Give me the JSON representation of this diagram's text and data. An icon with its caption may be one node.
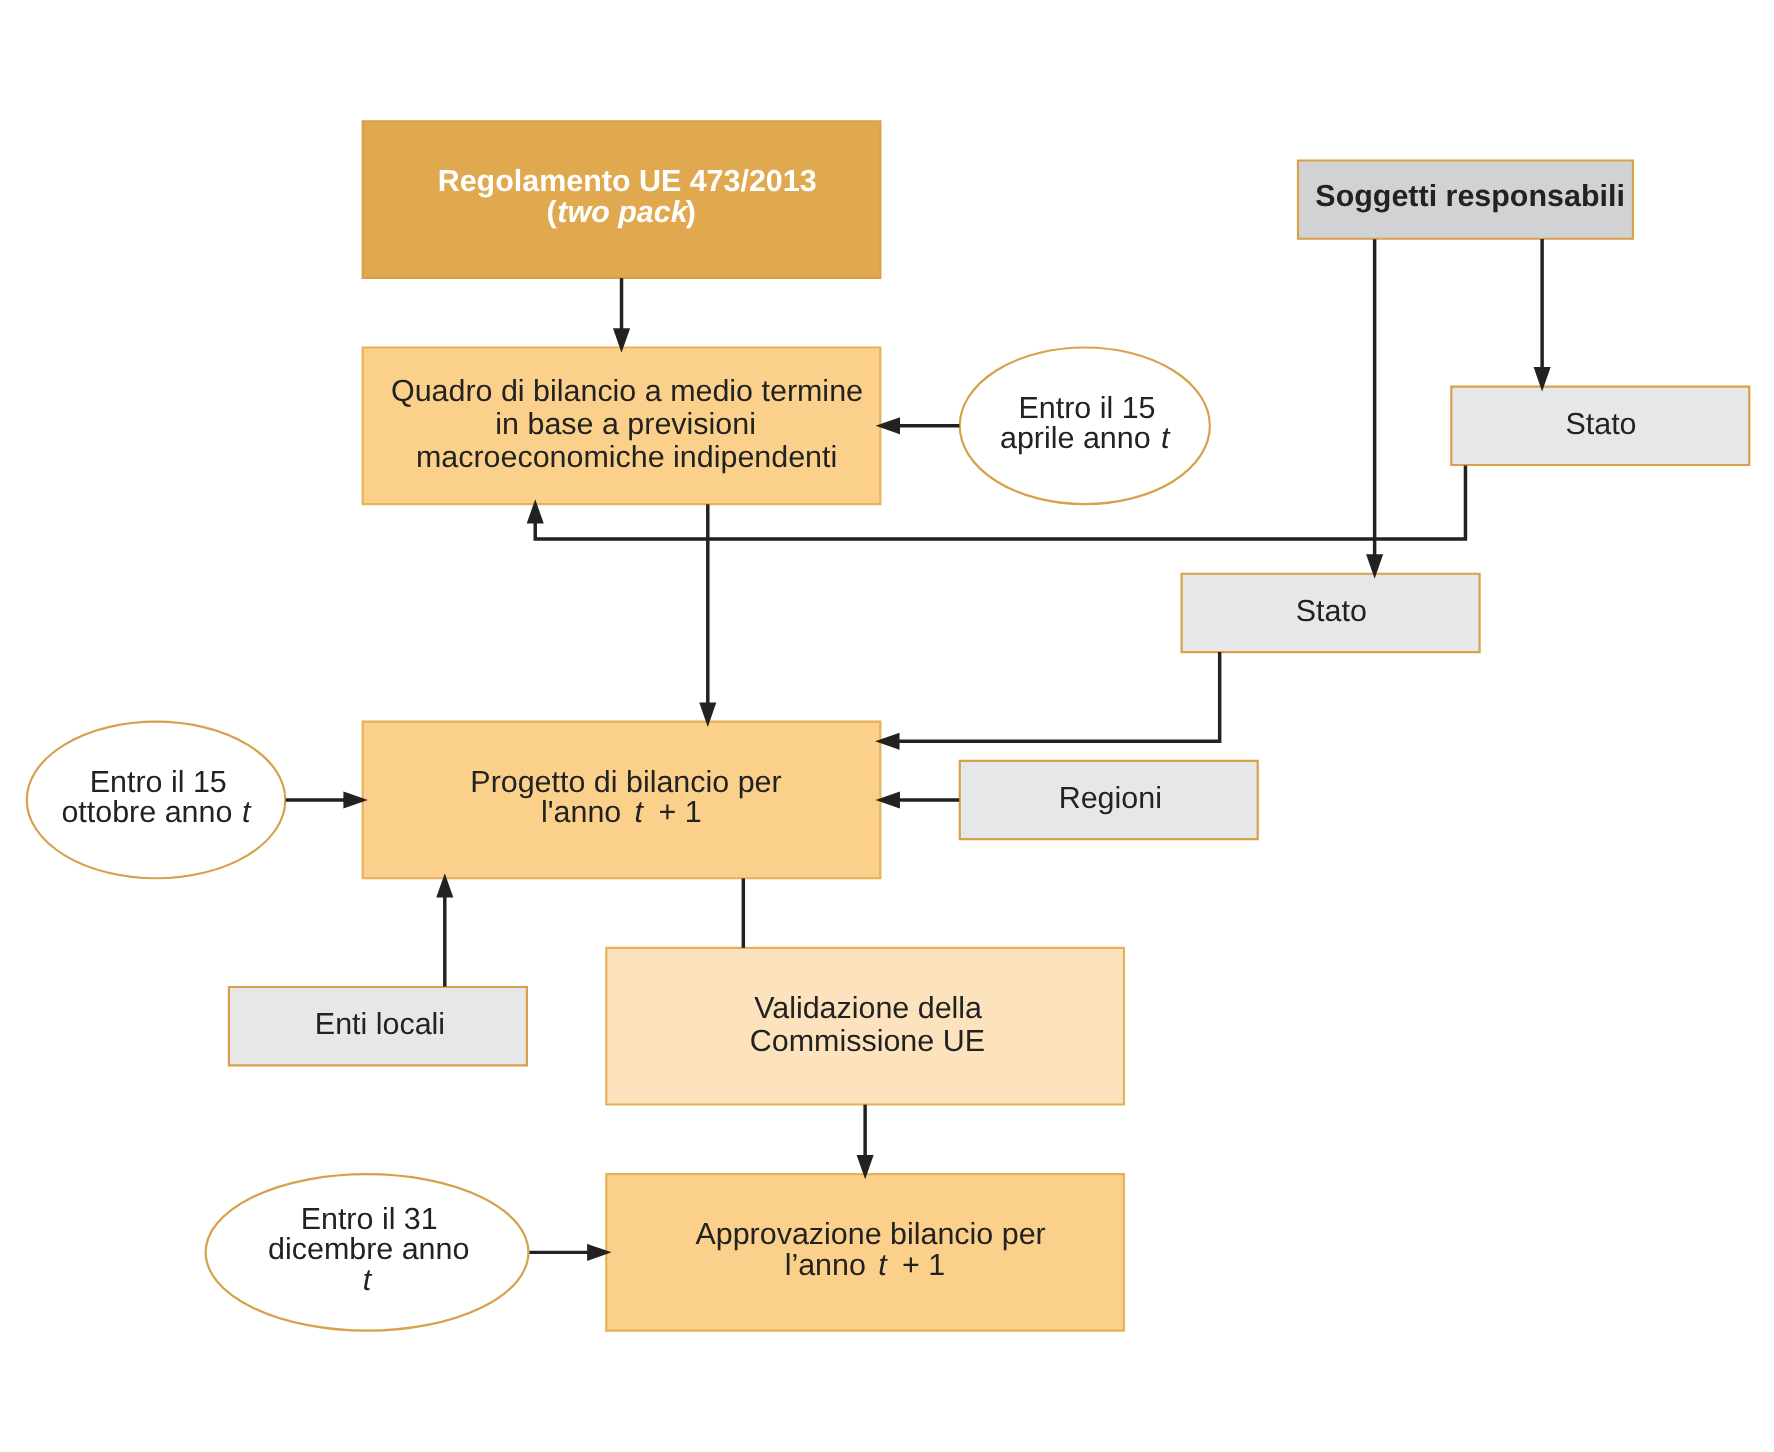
{
  "diagram": {
    "nodes": [
      {
        "text": [
          "Regolamento UE 473/2013 (*two pack*)"
        ]
      },
      {
        "text": [
          "Soggetti responsabili"
        ]
      },
      {
        "text": [
          "Entro il 15 aprile anno *t*"
        ]
      },
      {
        "text": [
          "Quadro di bilancio a medio termine in base a previsioni macroeconomiche indipendenti"
        ]
      },
      {
        "text": [
          "Stato"
        ]
      },
      {
        "text": [
          "Stato"
        ]
      },
      {
        "text": [
          "Entro il 15 ottobre anno *t*"
        ]
      },
      {
        "text": [
          "Progetto di bilancio per l'anno *t* + 1"
        ]
      },
      {
        "text": [
          "Regioni"
        ]
      },
      {
        "text": [
          "Enti locali"
        ]
      },
      {
        "text": [
          "Validazione della Commissione UE"
        ]
      },
      {
        "text": [
          "Entro il 31 dicembre anno *t*"
        ]
      },
      {
        "text": [
          "Approvazione bilancio per l’anno *t* + 1"
        ]
      }
    ],
    "edges": [
      {
        "from": 0,
        "to": 3,
        "arrow": "to"
      },
      {
        "from": 1,
        "to": 4,
        "arrow": "to"
      },
      {
        "from": 1,
        "to": 5,
        "arrow": "to"
      },
      {
        "from": 2,
        "to": 3,
        "arrow": "to"
      },
      {
        "from": 4,
        "to": 3,
        "arrow": "to"
      },
      {
        "from": 3,
        "to": 7,
        "arrow": "to"
      },
      {
        "from": 6,
        "to": 7,
        "arrow": "to"
      },
      {
        "from": 5,
        "to": 7,
        "arrow": "to"
      },
      {
        "from": 8,
        "to": 7,
        "arrow": "to"
      },
      {
        "from": 9,
        "to": 7,
        "arrow": "to"
      },
      {
        "from": 7,
        "to": 10,
        "arrow": "none"
      },
      {
        "from": 10,
        "to": 12,
        "arrow": "to"
      },
      {
        "from": 11,
        "to": 12,
        "arrow": "to"
      }
    ]
  }
}
